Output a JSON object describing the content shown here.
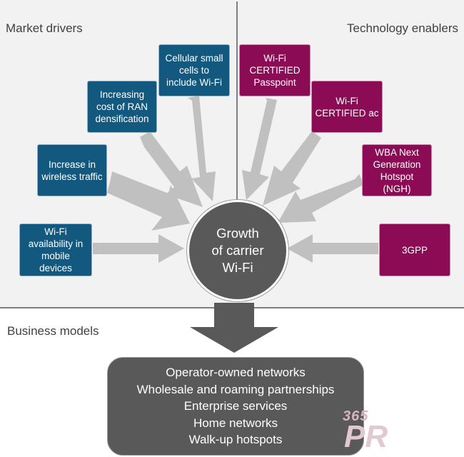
{
  "sections": {
    "market_drivers": "Market drivers",
    "technology_enablers": "Technology enablers",
    "business_models": "Business models"
  },
  "hub": "Growth\nof carrier\nWi-Fi",
  "market_drivers": [
    "Wi-Fi\navailability in\nmobile\ndevices",
    "Increase in\nwireless traffic",
    "Increasing\ncost of RAN\ndensification",
    "Cellular small\ncells to\ninclude Wi-Fi"
  ],
  "technology_enablers": [
    "Wi-Fi\nCERTIFIED\nPasspoint",
    "Wi-Fi\nCERTIFIED ac",
    "WBA Next\nGeneration\nHotspot\n(NGH)",
    "3GPP"
  ],
  "business_models": [
    "Operator-owned networks",
    "Wholesale and roaming partnerships",
    "Enterprise services",
    "Home networks",
    "Walk-up hotspots"
  ],
  "logo": {
    "number": "365",
    "letters": "PR"
  },
  "colors": {
    "market": "#12587f",
    "enabler": "#8b0b55",
    "hub": "#595959",
    "arrow": "#c0c0c0",
    "down_arrow": "#595959"
  }
}
